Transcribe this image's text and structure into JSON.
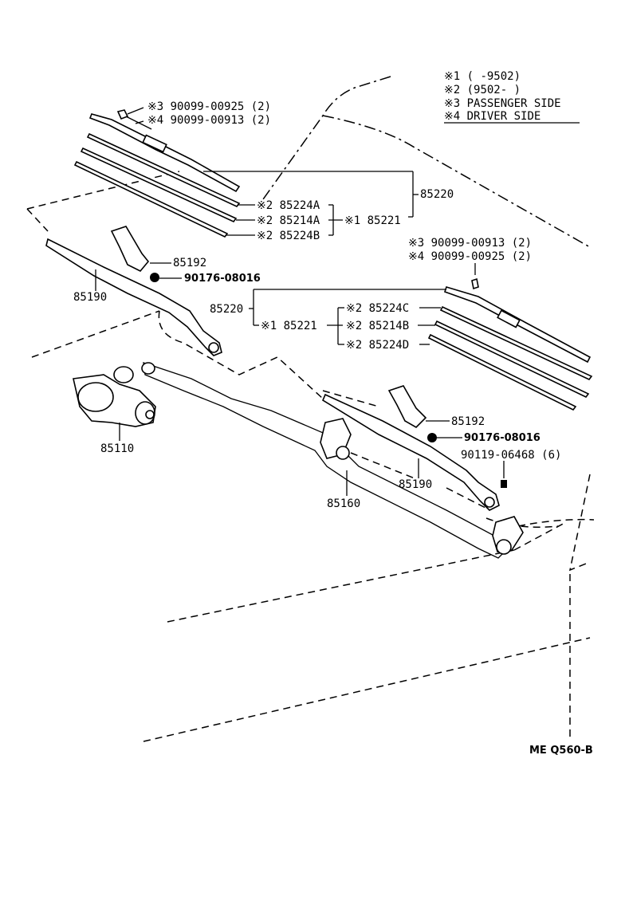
{
  "legend": {
    "rows": [
      "※1  (     -9502)",
      "※2  (9502-     )",
      "※3 PASSENGER SIDE",
      "※4 DRIVER SIDE"
    ]
  },
  "upper_left": {
    "bolt3": "※3  90099-00925 (2)",
    "bolt4": "※4  90099-00913 (2)",
    "refill_a": "※2  85224A",
    "rubber_a": "※2  85214A",
    "refill_b": "※2  85224B",
    "blade_sub": "※1  85221",
    "blade": "85220",
    "cap": "85192",
    "nut": "90176-08016",
    "arm": "85190"
  },
  "right": {
    "bolt3": "※3  90099-00913 (2)",
    "bolt4": "※4  90099-00925 (2)",
    "blade": "85220",
    "blade_sub": "※1  85221",
    "refill_c": "※2  85224C",
    "rubber_b": "※2  85214B",
    "refill_d": "※2  85224D",
    "cap": "85192",
    "nut": "90176-08016",
    "bolt": "90119-06468 (6)",
    "arm": "85190"
  },
  "motor": "85110",
  "link": "85160",
  "drawing_code": "ME  Q560-B"
}
